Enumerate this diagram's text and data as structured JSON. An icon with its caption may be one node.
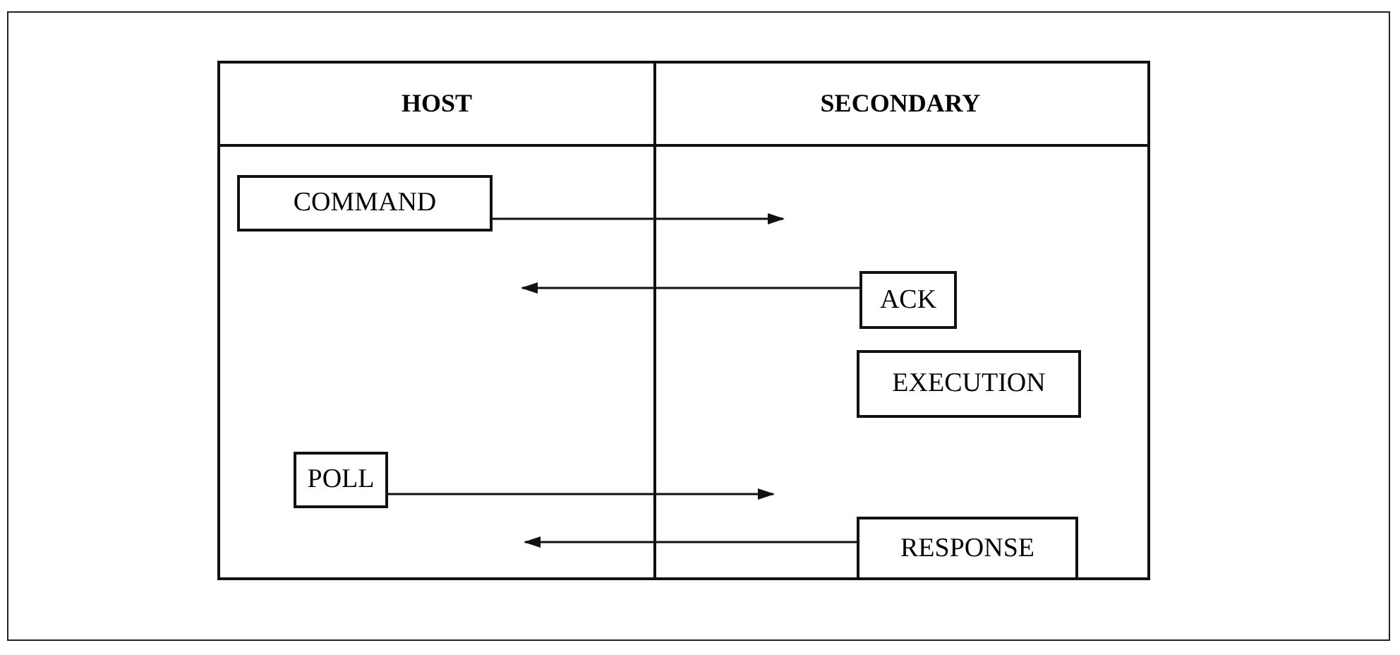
{
  "diagram": {
    "nodes": [
      {
        "text": [
          "HOST"
        ]
      },
      {
        "text": [
          "SECONDARY"
        ]
      },
      {
        "text": [
          "COMMAND"
        ],
        "in": 0
      },
      {
        "text": [
          "ACK"
        ],
        "in": 1
      },
      {
        "text": [
          "EXECUTION"
        ],
        "in": 1
      },
      {
        "text": [
          "POLL"
        ],
        "in": 0
      },
      {
        "text": [
          "RESPONSE"
        ],
        "in": 1
      }
    ],
    "edges": [
      {
        "from": 2,
        "to": null,
        "arrow": "to"
      },
      {
        "from": 3,
        "to": null,
        "arrow": "to"
      },
      {
        "from": 5,
        "to": null,
        "arrow": "to"
      },
      {
        "from": 6,
        "to": null,
        "arrow": "to"
      }
    ]
  }
}
